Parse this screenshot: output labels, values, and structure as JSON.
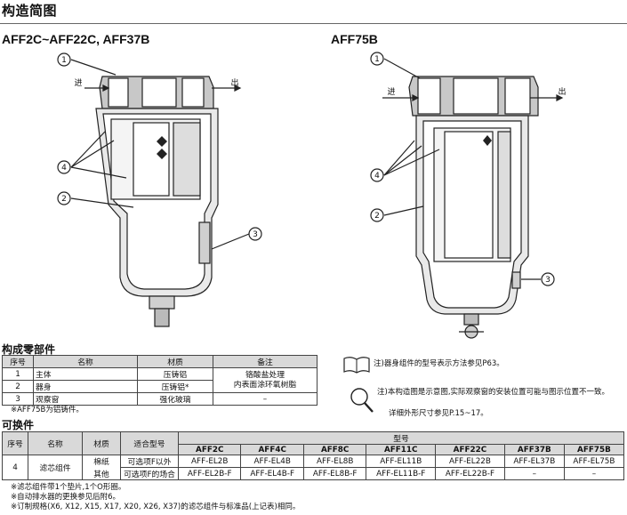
{
  "header": {
    "title": "构造简图"
  },
  "diagrams": {
    "left": {
      "title": "AFF2C~AFF22C, AFF37B",
      "in_label": "进",
      "out_label": "出",
      "callouts": [
        "1",
        "4",
        "2",
        "3"
      ]
    },
    "right": {
      "title": "AFF75B",
      "in_label": "进",
      "out_label": "出",
      "callouts": [
        "1",
        "4",
        "2",
        "3"
      ]
    }
  },
  "parts": {
    "title": "构成零部件",
    "headers": [
      "序号",
      "名称",
      "材质",
      "备注"
    ],
    "rows": [
      {
        "no": "1",
        "name": "主体",
        "material": "压铸铝"
      },
      {
        "no": "2",
        "name": "器身",
        "material": "压铸铝*"
      },
      {
        "no": "3",
        "name": "观察窗",
        "material": "强化玻璃",
        "remark": "–"
      }
    ],
    "remark_merged": "铬酸盐处理\n内表面涂环氧树脂",
    "footnote": "※AFF75B为铝铸件。"
  },
  "notes": [
    "注)器身组件的型号表示方法参见P63。",
    "注)本构造图是示意图,实际观察窗的安装位置可能与图示位置不一致。",
    "详细外形尺寸参见P.15~17。"
  ],
  "replacement": {
    "title": "可换件",
    "headers": [
      "序号",
      "名称",
      "材质",
      "适合型号",
      "型号"
    ],
    "models": [
      "AFF2C",
      "AFF4C",
      "AFF8C",
      "AFF11C",
      "AFF22C",
      "AFF37B",
      "AFF75B"
    ],
    "row_no": "4",
    "row_name": "滤芯组件",
    "rows": [
      {
        "material": "棉纸",
        "fit": "可选项F以外",
        "values": [
          "AFF-EL2B",
          "AFF-EL4B",
          "AFF-EL8B",
          "AFF-EL11B",
          "AFF-EL22B",
          "AFF-EL37B",
          "AFF-EL75B"
        ]
      },
      {
        "material": "其他",
        "fit": "可选项F的场合",
        "values": [
          "AFF-EL2B-F",
          "AFF-EL4B-F",
          "AFF-EL8B-F",
          "AFF-EL11B-F",
          "AFF-EL22B-F",
          "–",
          "–"
        ]
      }
    ],
    "footnotes": [
      "※滤芯组件带1个垫片,1个O形圈。",
      "※自动排水器的更换参见后附6。",
      "※订制规格(X6, X12, X15, X17, X20, X26, X37)的滤芯组件与标准品(上记表)相同。"
    ]
  }
}
